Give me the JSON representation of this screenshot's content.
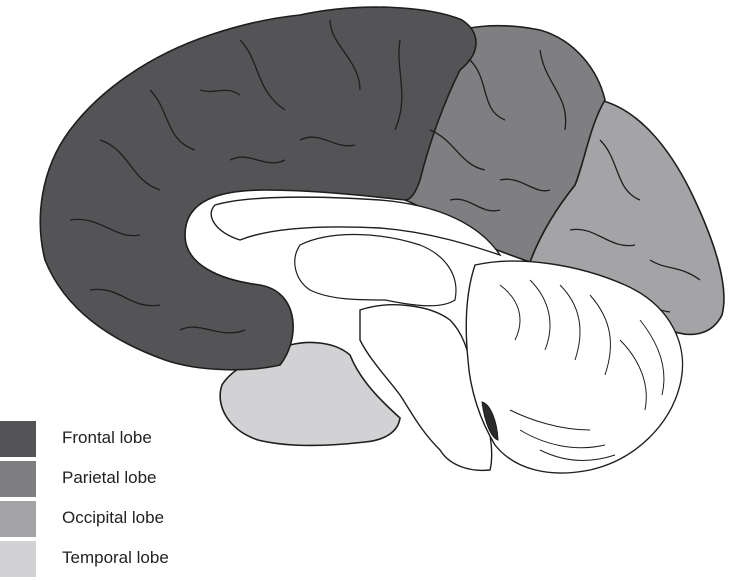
{
  "legend": {
    "items": [
      {
        "label": "Frontal lobe",
        "color": "#545457"
      },
      {
        "label": "Parietal lobe",
        "color": "#7f7f82"
      },
      {
        "label": "Occipital lobe",
        "color": "#a4a4a7"
      },
      {
        "label": "Temporal lobe",
        "color": "#d2d2d4"
      }
    ]
  },
  "colors": {
    "outline": "#1e1e1e",
    "brainstem_fill": "#ffffff",
    "background": "#ffffff"
  }
}
